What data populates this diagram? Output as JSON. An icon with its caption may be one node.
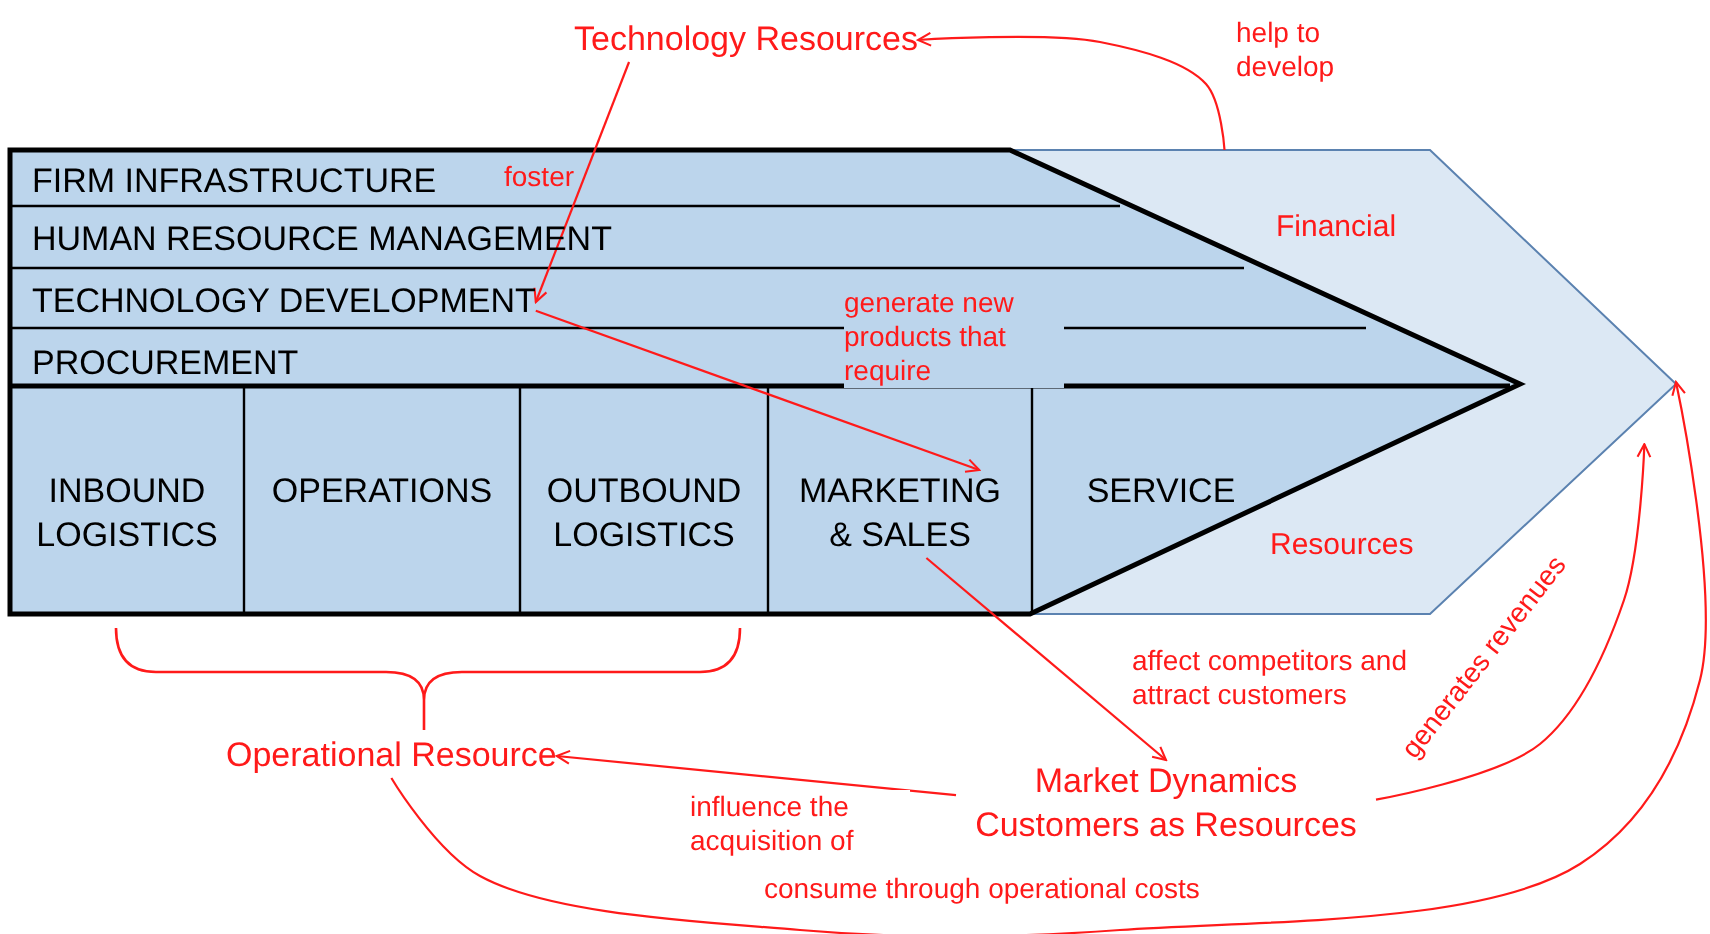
{
  "diagram": {
    "nodes": [
      {
        "text": [
          "Financial",
          "Resources"
        ]
      },
      {
        "text": [],
        "shape": "chevron",
        "in": 0
      },
      {
        "text": [
          "FIRM INFRASTRUCTURE"
        ],
        "in": 1
      },
      {
        "text": [
          "HUMAN RESOURCE MANAGEMENT"
        ],
        "in": 1
      },
      {
        "text": [
          "TECHNOLOGY DEVELOPMENT"
        ],
        "in": 1
      },
      {
        "text": [
          "PROCUREMENT"
        ],
        "in": 1
      },
      {
        "text": [
          "INBOUND LOGISTICS"
        ],
        "in": 1
      },
      {
        "text": [
          "OPERATIONS"
        ],
        "in": 1
      },
      {
        "text": [
          "OUTBOUND LOGISTICS"
        ],
        "in": 1
      },
      {
        "text": [
          "MARKETING & SALES"
        ],
        "in": 1
      },
      {
        "text": [
          "SERVICE"
        ],
        "in": 1
      },
      {
        "text": [
          "Technology Resources"
        ]
      },
      {
        "text": [
          "Operational Resource"
        ]
      },
      {
        "text": [
          "Market Dynamics Customers as Resources"
        ]
      }
    ],
    "edges": [
      {
        "from": 11,
        "to": 4,
        "arrow": "to",
        "label": "foster"
      },
      {
        "from": 0,
        "to": 11,
        "arrow": "to",
        "label": "help to develop"
      },
      {
        "from": 4,
        "to": 9,
        "arrow": "to",
        "label": "generate new products that require"
      },
      {
        "from": 9,
        "to": 13,
        "arrow": "to",
        "label": "affect competitors and attract customers"
      },
      {
        "from": 13,
        "to": 12,
        "arrow": "to",
        "label": "influence the acquisition of"
      },
      {
        "from": 13,
        "to": 0,
        "arrow": "to",
        "label": "generates revenues"
      },
      {
        "from": 12,
        "to": 0,
        "arrow": "to",
        "label": "consume through operational costs"
      }
    ]
  }
}
